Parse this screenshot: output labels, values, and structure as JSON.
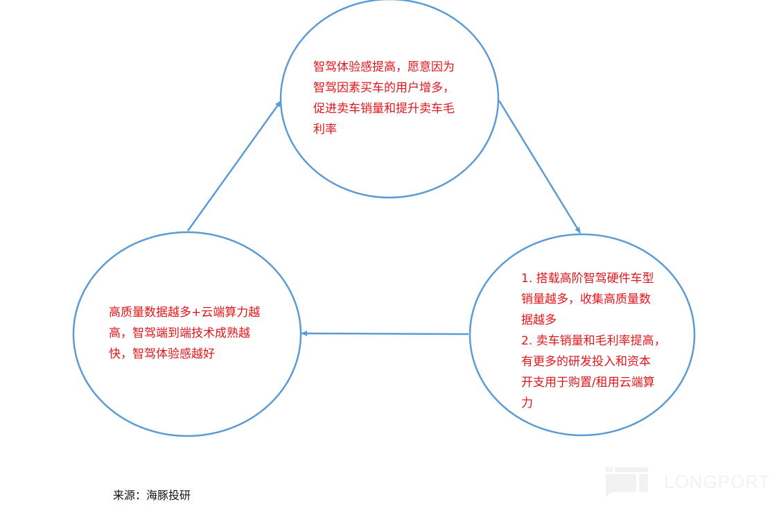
{
  "nodes": {
    "top": {
      "lines": [
        "智驾体验感提高，愿意因为",
        "智驾因素买车的用户增多，",
        "促进卖车销量和提升卖车毛",
        "利率"
      ]
    },
    "right": {
      "lines": [
        "1. 搭载高阶智驾硬件车型",
        "销量越多，收集高质量数",
        "据越多",
        "2. 卖车销量和毛利率提高，",
        "有更多的研发投入和资本",
        "开支用于购置/租用云端算",
        "力"
      ]
    },
    "left": {
      "lines": [
        "高质量数据越多+云端算力越",
        "高，智驾端到端技术成熟越",
        "快，智驾体验感越好"
      ]
    }
  },
  "source": "来源：海豚投研",
  "watermark": "LONGPORT",
  "colors": {
    "stroke": "#5b9bd5",
    "text": "#e0161b"
  }
}
